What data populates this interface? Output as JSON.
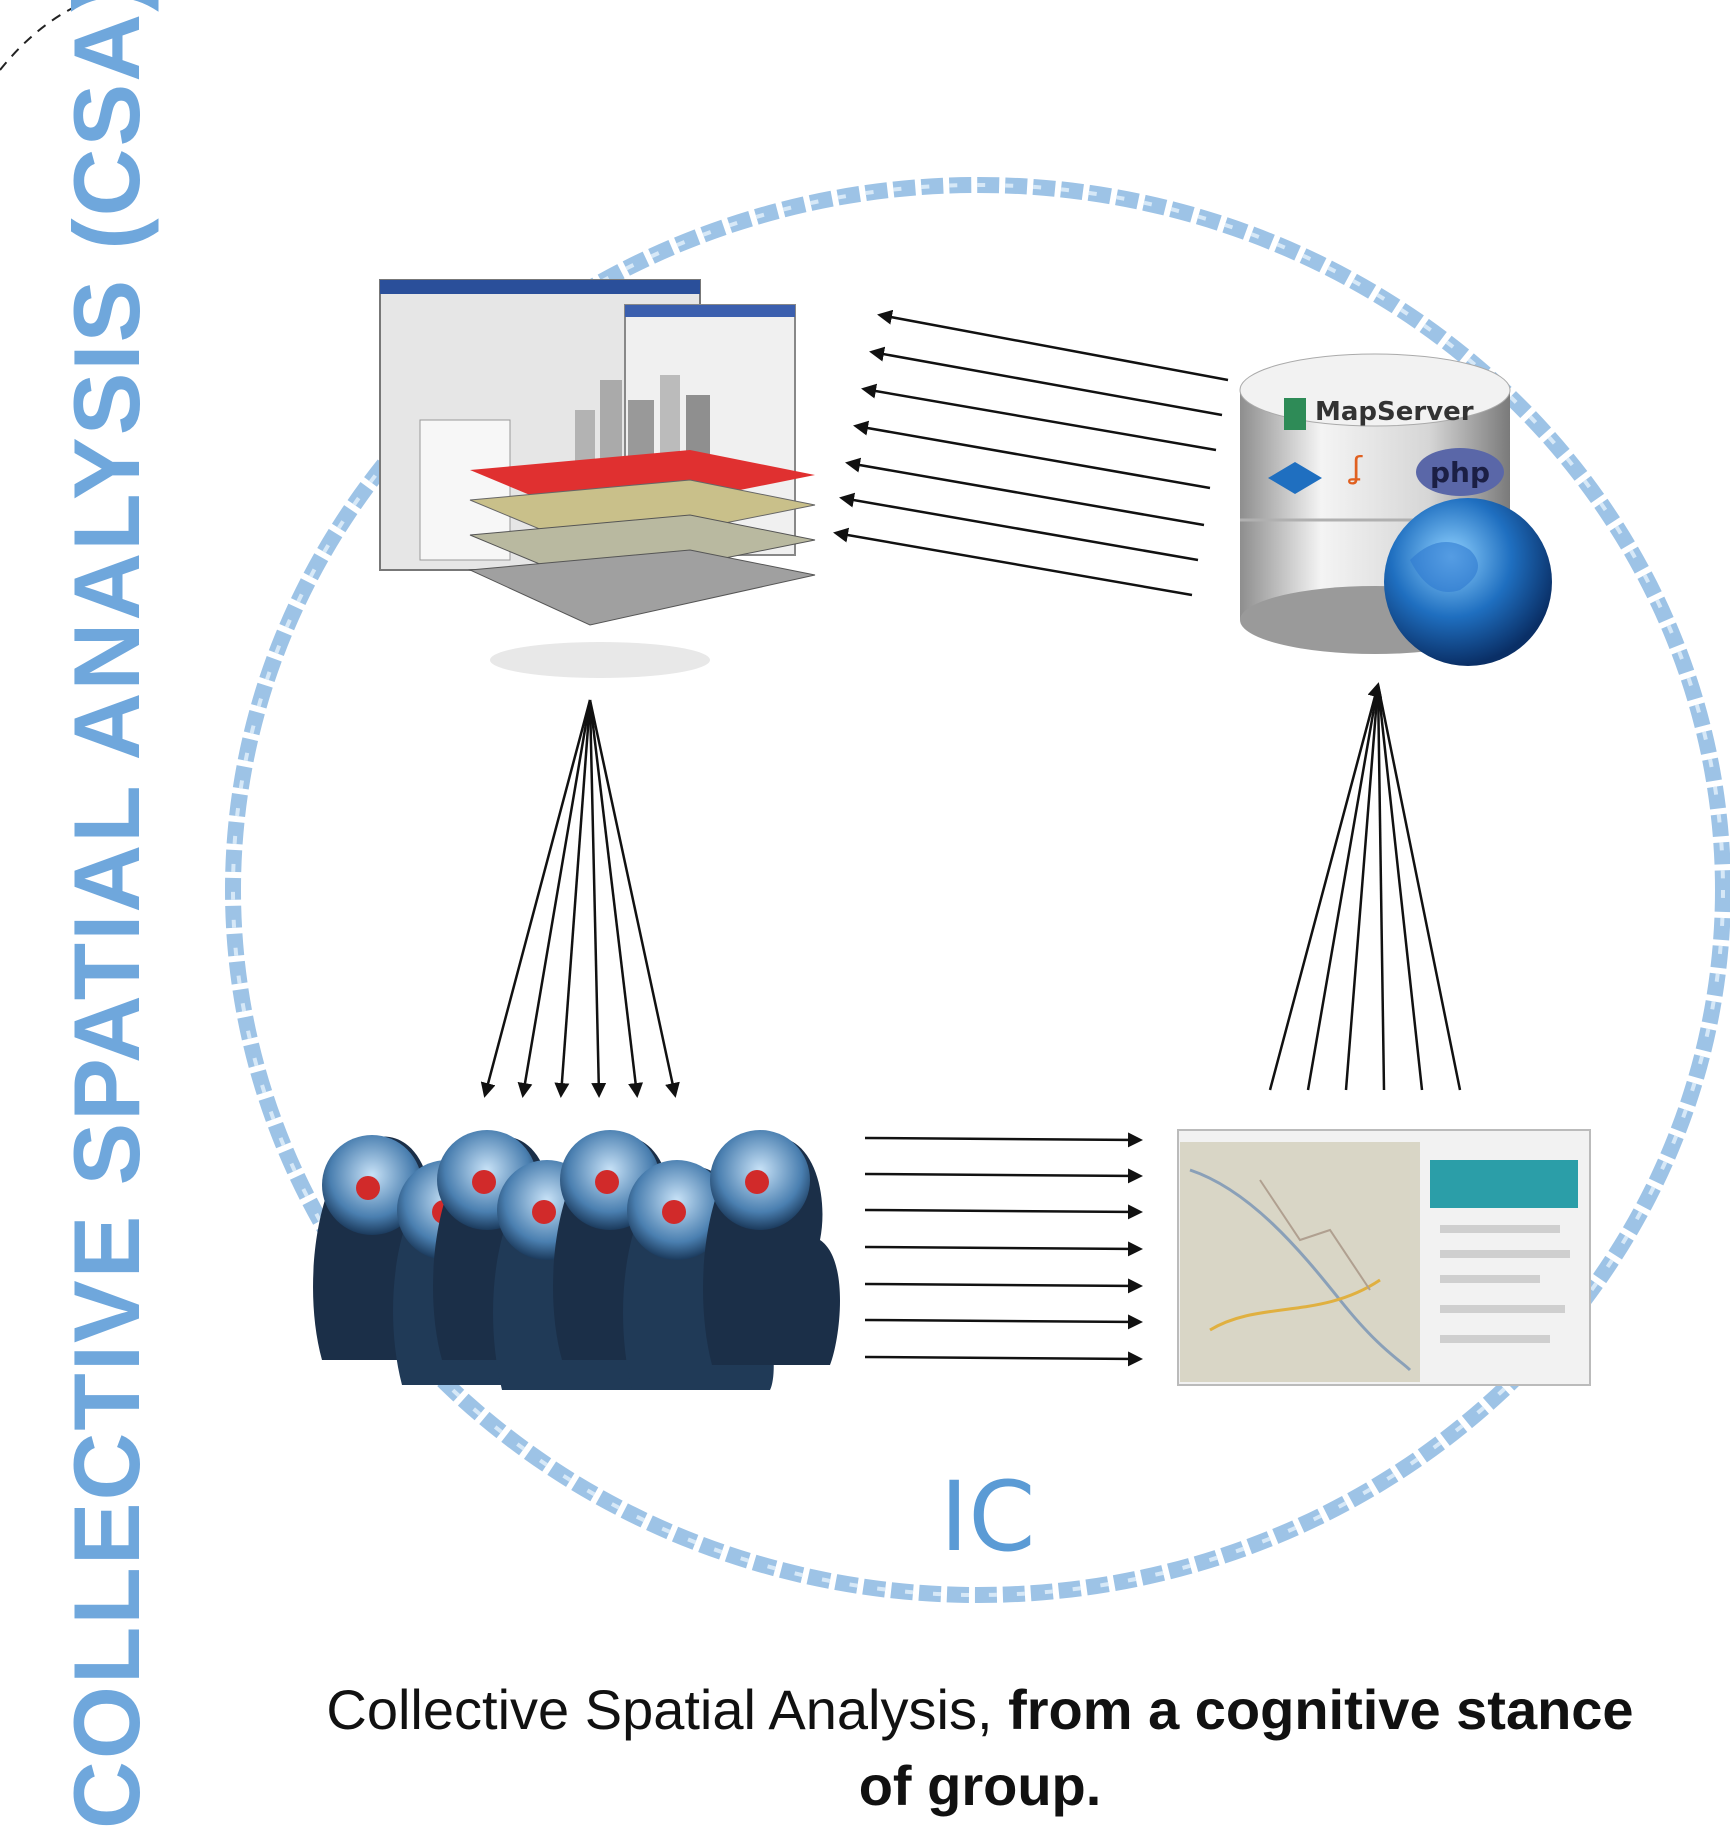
{
  "title_vertical": "COLLECTIVE SPATIAL ANALYSIS (CSA)",
  "ic_label": "IC",
  "caption": {
    "normal": "Collective Spatial Analysis, ",
    "bold": "from a cognitive stance of group."
  },
  "server_labels": {
    "mapserver": "MapServer",
    "php": "php"
  },
  "colors": {
    "accent_blue": "#6fa7dc",
    "ring_blue": "#9dc3e6",
    "arrow": "#111111",
    "map_red": "#e03030"
  },
  "icons": [
    "gis-layers-icon",
    "mapserver-database-icon",
    "brains-group-icon",
    "web-map-app-icon"
  ]
}
